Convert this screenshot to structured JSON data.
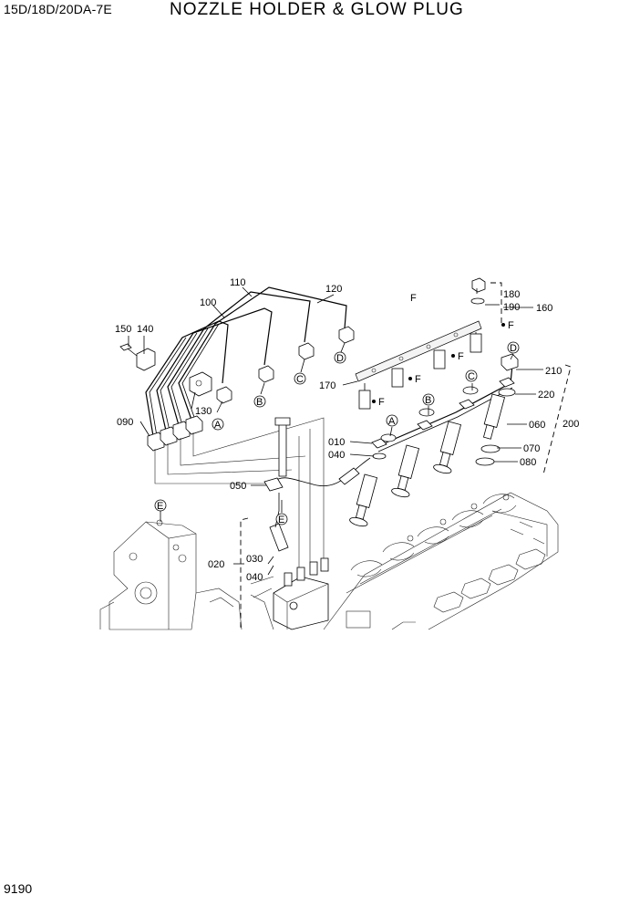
{
  "header": {
    "model": "15D/18D/20DA-7E",
    "title": "NOZZLE HOLDER & GLOW PLUG"
  },
  "footer": {
    "page_number": "9190"
  },
  "callouts": {
    "c010": "010",
    "c020": "020",
    "c030": "030",
    "c040a": "040",
    "c040b": "040",
    "c050": "050",
    "c060": "060",
    "c070": "070",
    "c080": "080",
    "c090": "090",
    "c100": "100",
    "c110": "110",
    "c120": "120",
    "c130": "130",
    "c140": "140",
    "c150": "150",
    "c160": "160",
    "c170": "170",
    "c180": "180",
    "c190": "190",
    "c200": "200",
    "c210": "210",
    "c220": "220"
  },
  "connectors": {
    "A1": "A",
    "B1": "B",
    "C1": "C",
    "D1": "D",
    "E1": "E",
    "A2": "A",
    "B2": "B",
    "C2": "C",
    "D2": "D",
    "E2": "E",
    "F1": "F",
    "F2": "F",
    "F3": "F",
    "F4": "F",
    "F5": "F"
  }
}
